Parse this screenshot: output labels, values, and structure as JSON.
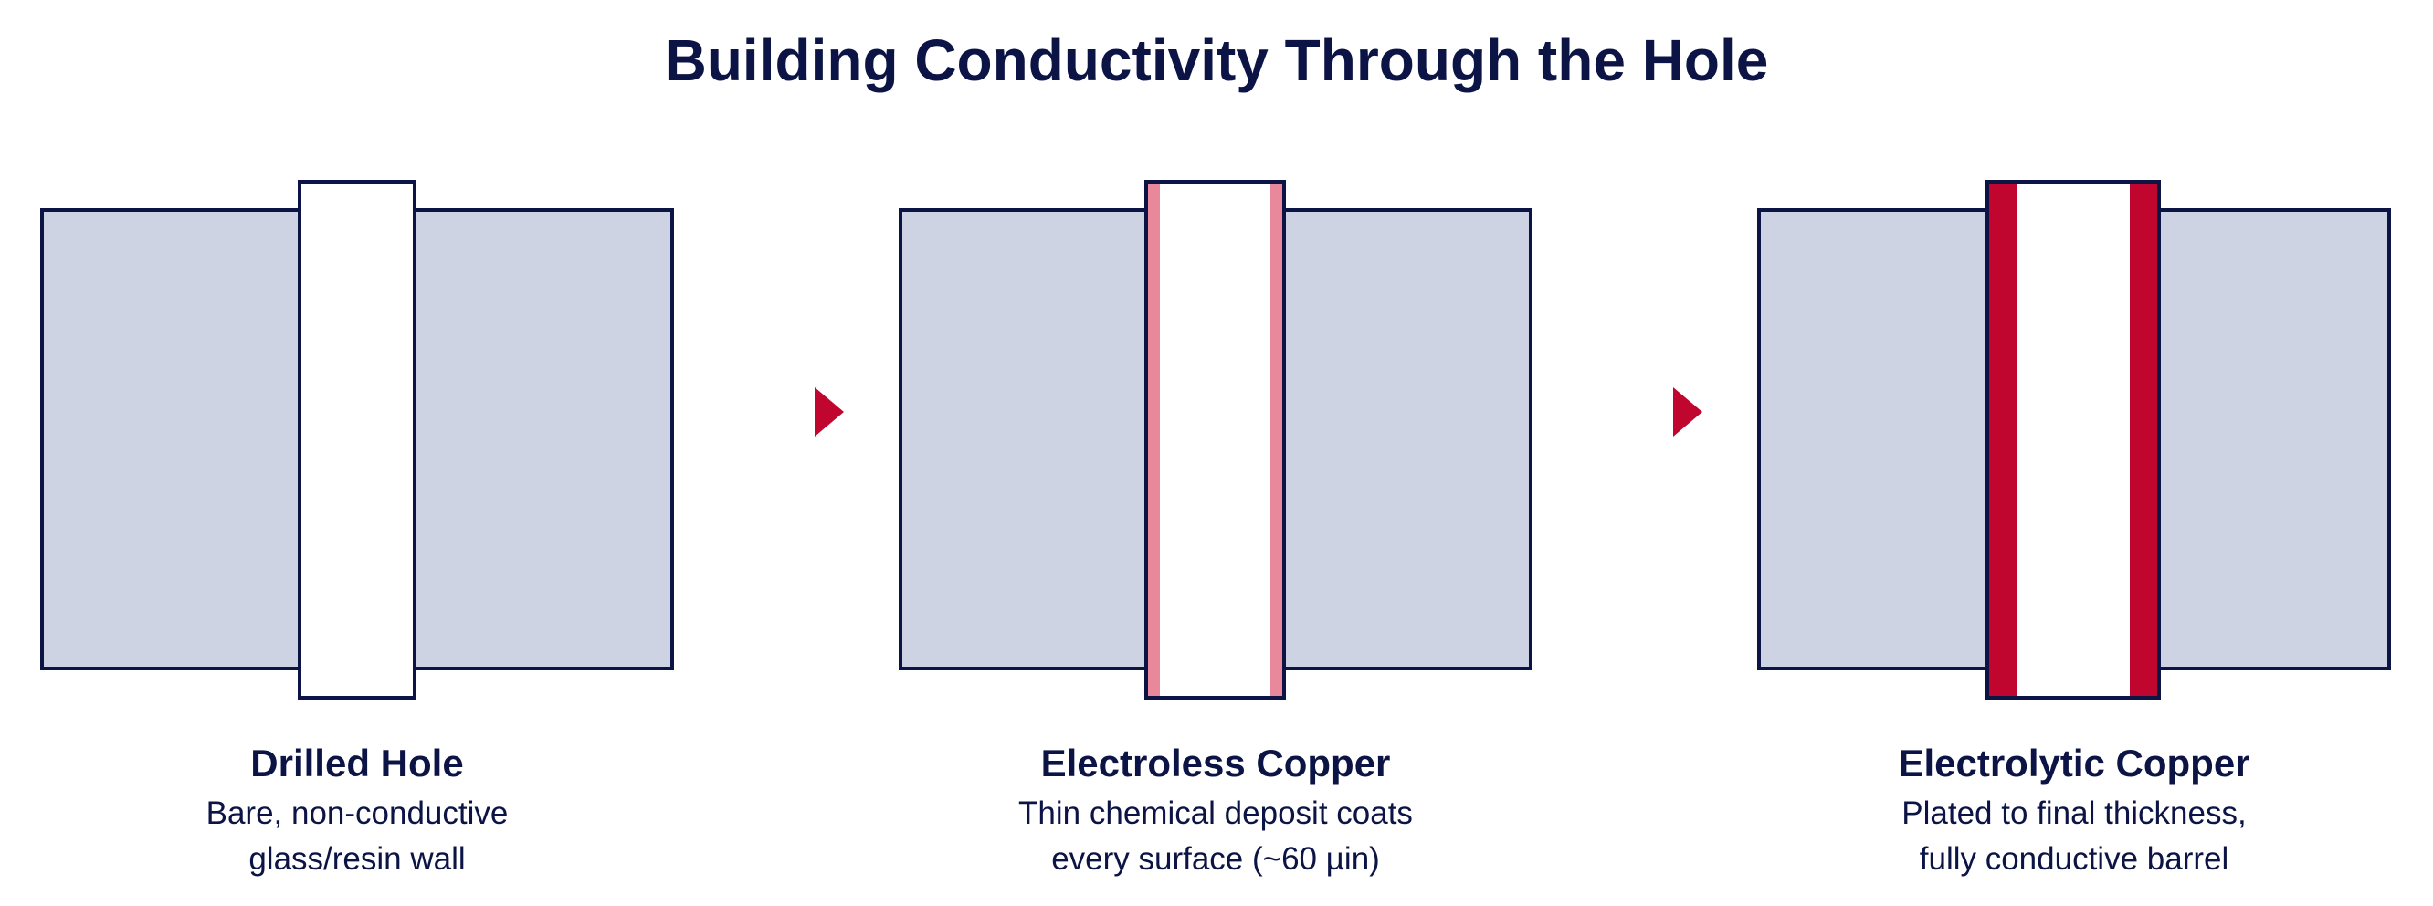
{
  "title": "Building Conductivity Through the Hole",
  "colors": {
    "board_fill": "#cdd3e3",
    "outline": "#0c1445",
    "hole_fill": "#ffffff",
    "thin_copper": "#e8889a",
    "thick_copper": "#c0062f",
    "arrow": "#c0062f"
  },
  "stages": [
    {
      "heading": "Drilled Hole",
      "description": [
        "Bare, non-conductive",
        "glass/resin wall"
      ],
      "plating": "none"
    },
    {
      "heading": "Electroless Copper",
      "description": [
        "Thin chemical deposit coats",
        "every surface (~60 µin)"
      ],
      "plating": "thin"
    },
    {
      "heading": "Electrolytic Copper",
      "description": [
        "Plated to final thickness,",
        "fully conductive barrel"
      ],
      "plating": "thick"
    }
  ],
  "arrow_icon": "triangle-right-icon"
}
